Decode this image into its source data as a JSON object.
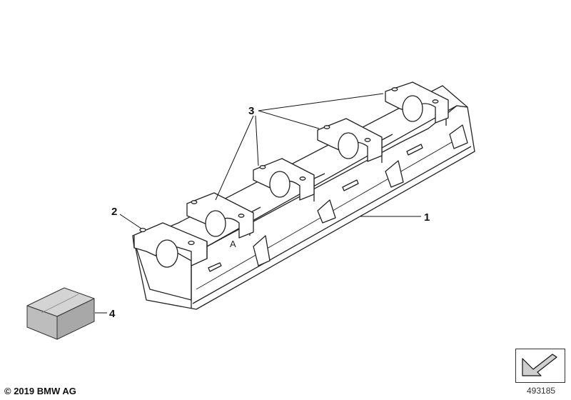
{
  "callouts": {
    "label_1": "1",
    "label_2": "2",
    "label_3": "3",
    "label_4": "4"
  },
  "part_marking": "A",
  "footer": {
    "copyright": "© 2019 BMW AG",
    "diagram_id": "493185"
  },
  "icons": {
    "navigation": "arrow-down-left-icon"
  },
  "colors": {
    "line": "#222222",
    "part_fill": "#ffffff",
    "box_front": "#bdbdbd",
    "box_side": "#a8a8a8",
    "box_top": "#d4d4d4"
  }
}
